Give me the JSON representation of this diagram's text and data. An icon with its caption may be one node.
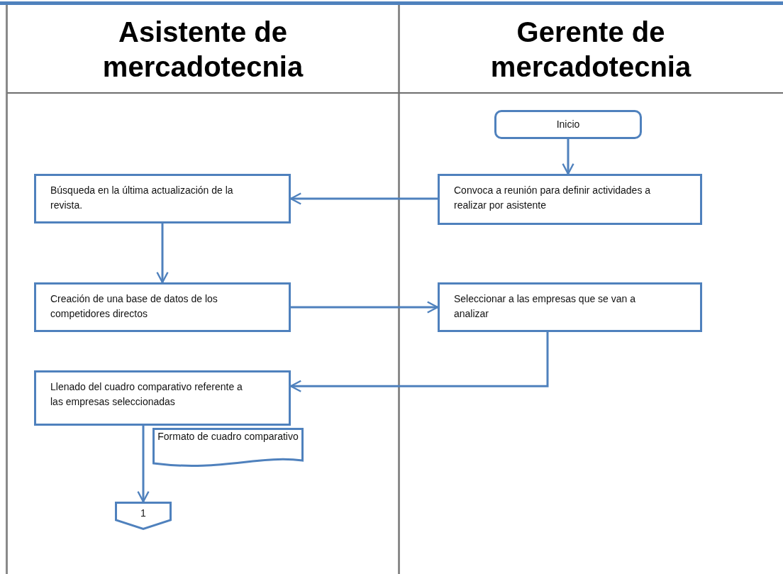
{
  "diagram": {
    "nodes": [
      {
        "text": [
          "Asistente de mercadotecnia"
        ]
      },
      {
        "text": [
          "Gerente de mercadotecnia"
        ]
      },
      {
        "text": [
          "Inicio"
        ],
        "in": 1
      },
      {
        "text": [
          "Búsqueda en la última actualización de la revista."
        ],
        "in": 0
      },
      {
        "text": [
          "Convoca a reunión para definir actividades a realizar por asistente"
        ],
        "in": 1
      },
      {
        "text": [
          "Creación de una base de datos de los competidores directos"
        ],
        "in": 0
      },
      {
        "text": [
          "Seleccionar a las empresas que se van a analizar"
        ],
        "in": 1
      },
      {
        "text": [
          "Llenado del cuadro comparativo referente a las empresas seleccionadas"
        ],
        "in": 0
      },
      {
        "text": [
          "Formato de cuadro comparativo"
        ],
        "in": 0
      },
      {
        "text": [
          "1"
        ],
        "in": 0
      }
    ],
    "edges": [
      {
        "from": 2,
        "to": 4,
        "arrow": "to"
      },
      {
        "from": 4,
        "to": 3,
        "arrow": "to"
      },
      {
        "from": 3,
        "to": 5,
        "arrow": "to"
      },
      {
        "from": 5,
        "to": 6,
        "arrow": "to"
      },
      {
        "from": 6,
        "to": 7,
        "arrow": "to"
      },
      {
        "from": 7,
        "to": 9,
        "arrow": "to"
      }
    ]
  }
}
